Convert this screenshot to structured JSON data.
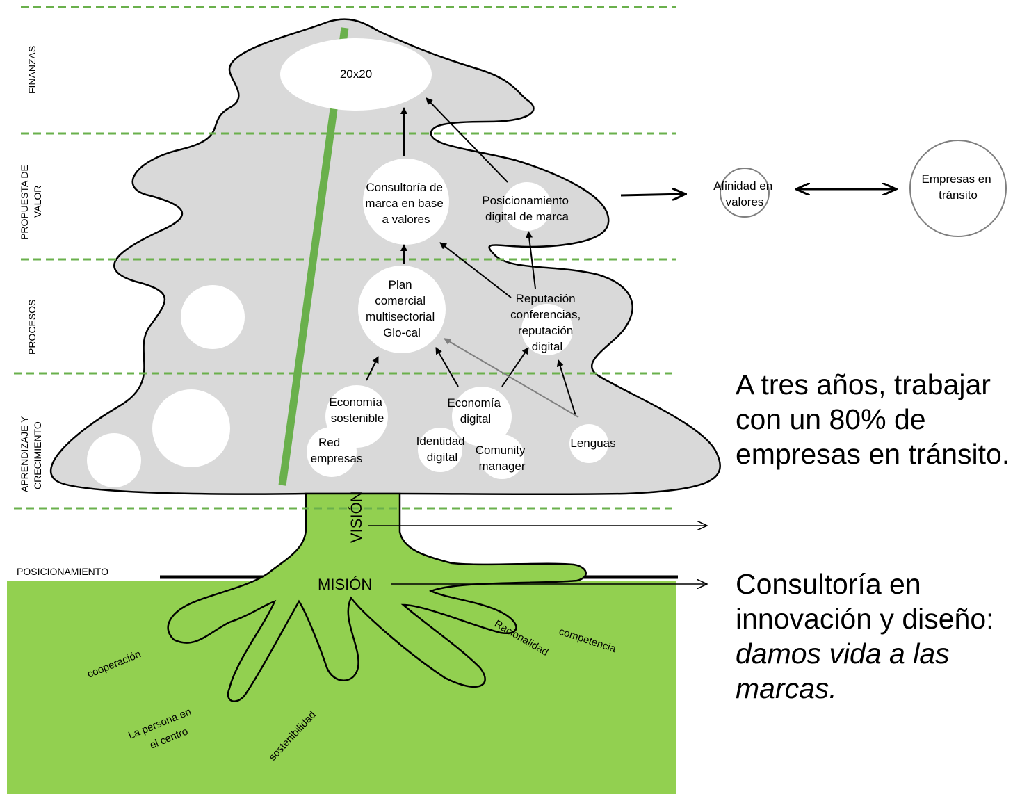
{
  "levels": {
    "finanzas": "FINANZAS",
    "propuesta": [
      "PROPUESTA DE",
      "VALOR"
    ],
    "procesos": "PROCESOS",
    "aprendizaje": [
      "APRENDIZAJE Y",
      "CRECIMIENTO"
    ],
    "posicionamiento": "POSICIONAMIENTO"
  },
  "nodes": {
    "n20x20": [
      "20x20"
    ],
    "consultoria": [
      "Consultoría de",
      "marca en base",
      "a valores"
    ],
    "posicionamiento_digital": [
      "Posicionamiento",
      "digital de marca"
    ],
    "plan": [
      "Plan",
      "comercial",
      "multisectorial",
      "Glo-cal"
    ],
    "reputacion": [
      "Reputación",
      "conferencias,",
      "reputación",
      "digital"
    ],
    "economia_sostenible": [
      "Economía",
      "sostenible"
    ],
    "red_empresas": [
      "Red",
      "empresas"
    ],
    "economia_digital": [
      "Economía",
      "digital"
    ],
    "identidad_digital": [
      "Identidad",
      "digital"
    ],
    "comunity_manager": [
      "Comunity",
      "manager"
    ],
    "lenguas": [
      "Lenguas"
    ],
    "afinidad": [
      "Afinidad en",
      "valores"
    ],
    "empresas_transito": [
      "Empresas en",
      "tránsito"
    ]
  },
  "trunk": {
    "vision": "VISIÓN",
    "mision": "MISIÓN"
  },
  "roots": {
    "cooperacion": "cooperación",
    "persona": [
      "La persona en",
      "el centro"
    ],
    "sostenibilidad": "sostenibilidad",
    "racionalidad": "Racionalidad",
    "competencia": "competencia"
  },
  "vision_text": "A tres años, trabajar con un 80% de empresas en tránsito.",
  "mission_text": {
    "plain": "Consultoría en innovación y diseño: ",
    "italic": "damos vida a las marcas."
  },
  "colors": {
    "canopy": "#d9d9d9",
    "ground": "#92d050",
    "trunk_line": "#6ab04c",
    "dash": "#6ab04c"
  }
}
